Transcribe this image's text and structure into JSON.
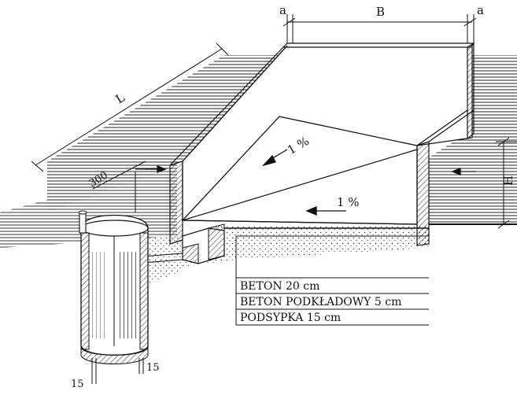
{
  "dimensions": {
    "a_left": "a",
    "B": "B",
    "a_right": "a",
    "L": "L",
    "H": "H",
    "offset": "300",
    "wall_left": "15",
    "wall_right": "15"
  },
  "slopes": {
    "upper": "1 %",
    "lower": "1 %"
  },
  "layers": [
    "BETON  20 cm",
    "BETON PODKŁADOWY  5 cm",
    "PODSYPKA  15 cm"
  ],
  "colors": {
    "line": "#111111",
    "hatch": "#222222",
    "fill": "#ffffff"
  }
}
